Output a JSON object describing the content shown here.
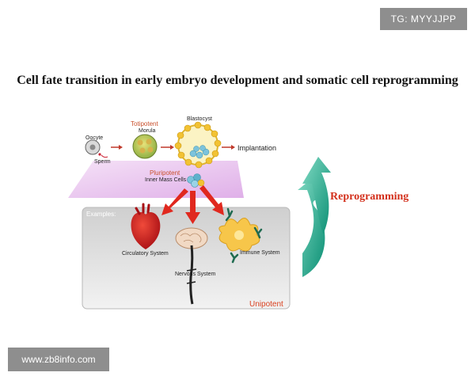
{
  "title": "Cell fate transition in early embryo development and somatic cell reprogramming",
  "watermarks": {
    "top_right": "TG: MYYJJPP",
    "bottom_left": "www.zb8info.com"
  },
  "stages": {
    "oocyte": "Oocyte",
    "sperm": "Sperm",
    "totipotent": "Totipotent",
    "morula": "Morula",
    "blastocyst": "Blastocyst",
    "implantation": "Implantation",
    "pluripotent": "Pluripotent",
    "inner_mass": "Inner Mass Cells"
  },
  "examples_panel": {
    "heading": "Examples:",
    "circulatory": "Circulatory System",
    "nervous": "Nervous System",
    "immune": "Immune System",
    "unipotent": "Unipotent"
  },
  "reprogramming": "Reprogramming",
  "colors": {
    "red_accent": "#d3301c",
    "teal_arrow": "#12a88a",
    "panel_gray": "#c8c8c8",
    "pluripotent_plane": "#e5b8ec"
  }
}
